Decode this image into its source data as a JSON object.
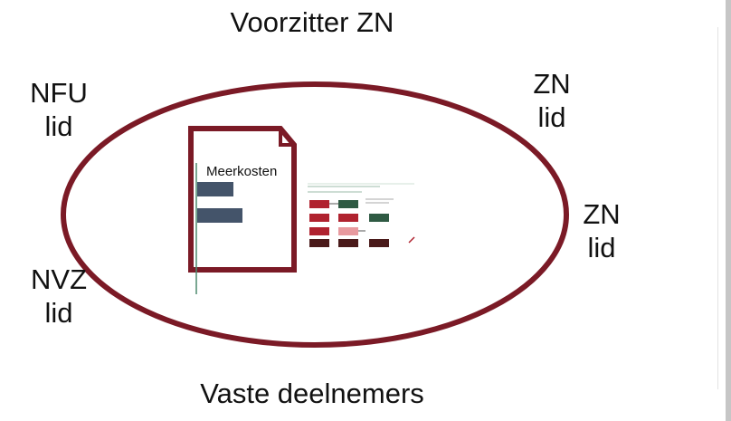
{
  "labels": {
    "top": "Voorzitter ZN",
    "bottom": "Vaste deelnemers",
    "nfu": [
      "NFU",
      "lid"
    ],
    "zn_top": [
      "ZN",
      "lid"
    ],
    "zn_right": [
      "ZN",
      "lid"
    ],
    "nvz": [
      "NVZ",
      "lid"
    ]
  },
  "document": {
    "chart_label": "Meerkosten"
  },
  "colors": {
    "accent": "#7b1a26",
    "bar": "#44546a",
    "thumbnail_green": "#2f5a43",
    "thumbnail_red": "#b0222f",
    "thumbnail_pink": "#e89a9f",
    "thumbnail_dark": "#4a1a1a"
  }
}
